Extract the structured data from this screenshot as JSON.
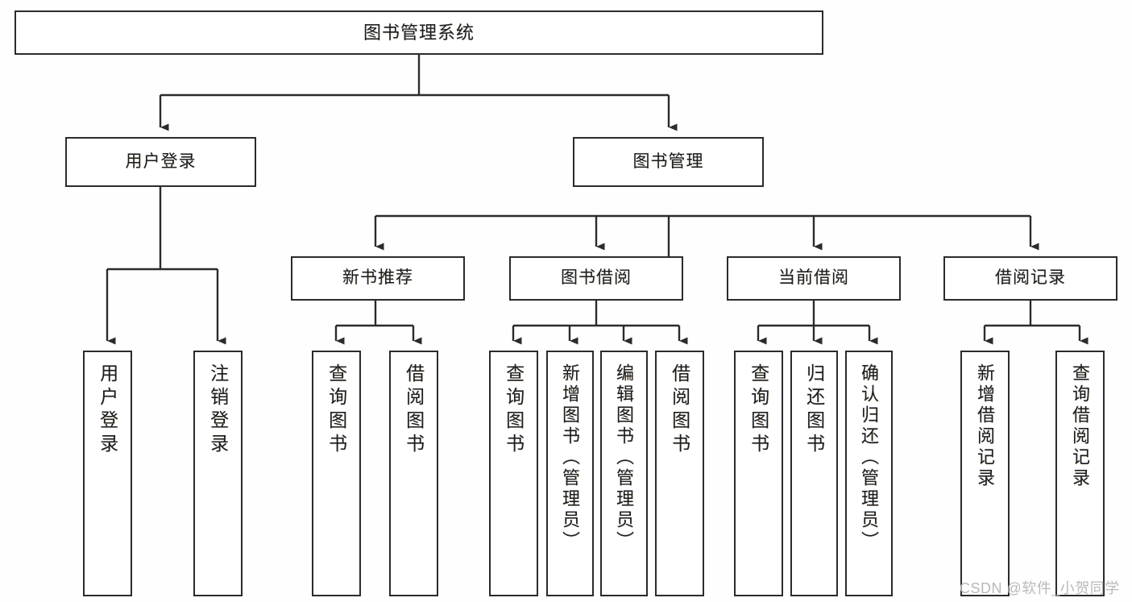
{
  "diagram": {
    "title": "图书管理系统",
    "type": "tree",
    "watermark": "CSDN @软件_小贺同学",
    "colors": {
      "box_border": "#2b2b2b",
      "box_fill": "#ffffff",
      "connector": "#2b2b2b",
      "text": "#1d1d1d",
      "background": "#fefefe",
      "watermark": "#b9b9b9"
    },
    "nodes": {
      "root": {
        "label": "图书管理系统"
      },
      "level2": [
        {
          "label": "用户登录"
        },
        {
          "label": "图书管理"
        }
      ],
      "level3": [
        {
          "label": "新书推荐"
        },
        {
          "label": "图书借阅"
        },
        {
          "label": "当前借阅"
        },
        {
          "label": "借阅记录"
        }
      ],
      "leaves": [
        {
          "label": "用户登录",
          "parent": "用户登录"
        },
        {
          "label": "注销登录",
          "parent": "用户登录"
        },
        {
          "label": "查询图书",
          "parent": "新书推荐"
        },
        {
          "label": "借阅图书",
          "parent": "新书推荐"
        },
        {
          "label": "查询图书",
          "parent": "图书借阅"
        },
        {
          "label": "新增图书（管理员）",
          "parent": "图书借阅"
        },
        {
          "label": "编辑图书（管理员）",
          "parent": "图书借阅"
        },
        {
          "label": "借阅图书",
          "parent": "图书借阅"
        },
        {
          "label": "查询图书",
          "parent": "当前借阅"
        },
        {
          "label": "归还图书",
          "parent": "当前借阅"
        },
        {
          "label": "确认归还（管理员）",
          "parent": "当前借阅"
        },
        {
          "label": "新增借阅记录",
          "parent": "借阅记录"
        },
        {
          "label": "查询借阅记录",
          "parent": "借阅记录"
        }
      ]
    }
  }
}
